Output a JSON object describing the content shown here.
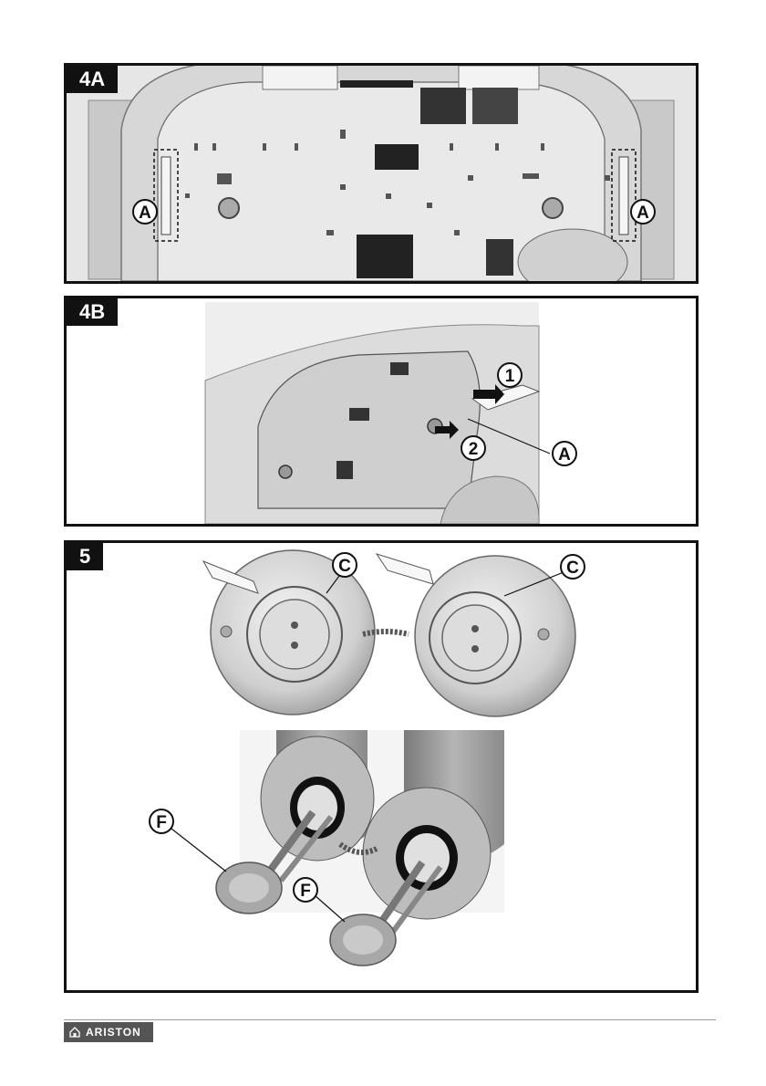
{
  "panels": {
    "p4a": {
      "label": "4A",
      "callouts": {
        "left": "A",
        "right": "A"
      }
    },
    "p4b": {
      "label": "4B",
      "callouts": {
        "one": "1",
        "two": "2",
        "a": "A"
      }
    },
    "p5": {
      "label": "5",
      "callouts": {
        "c1": "C",
        "c2": "C",
        "f1": "F",
        "f2": "F"
      }
    }
  },
  "footer": {
    "brand": "ARISTON"
  }
}
